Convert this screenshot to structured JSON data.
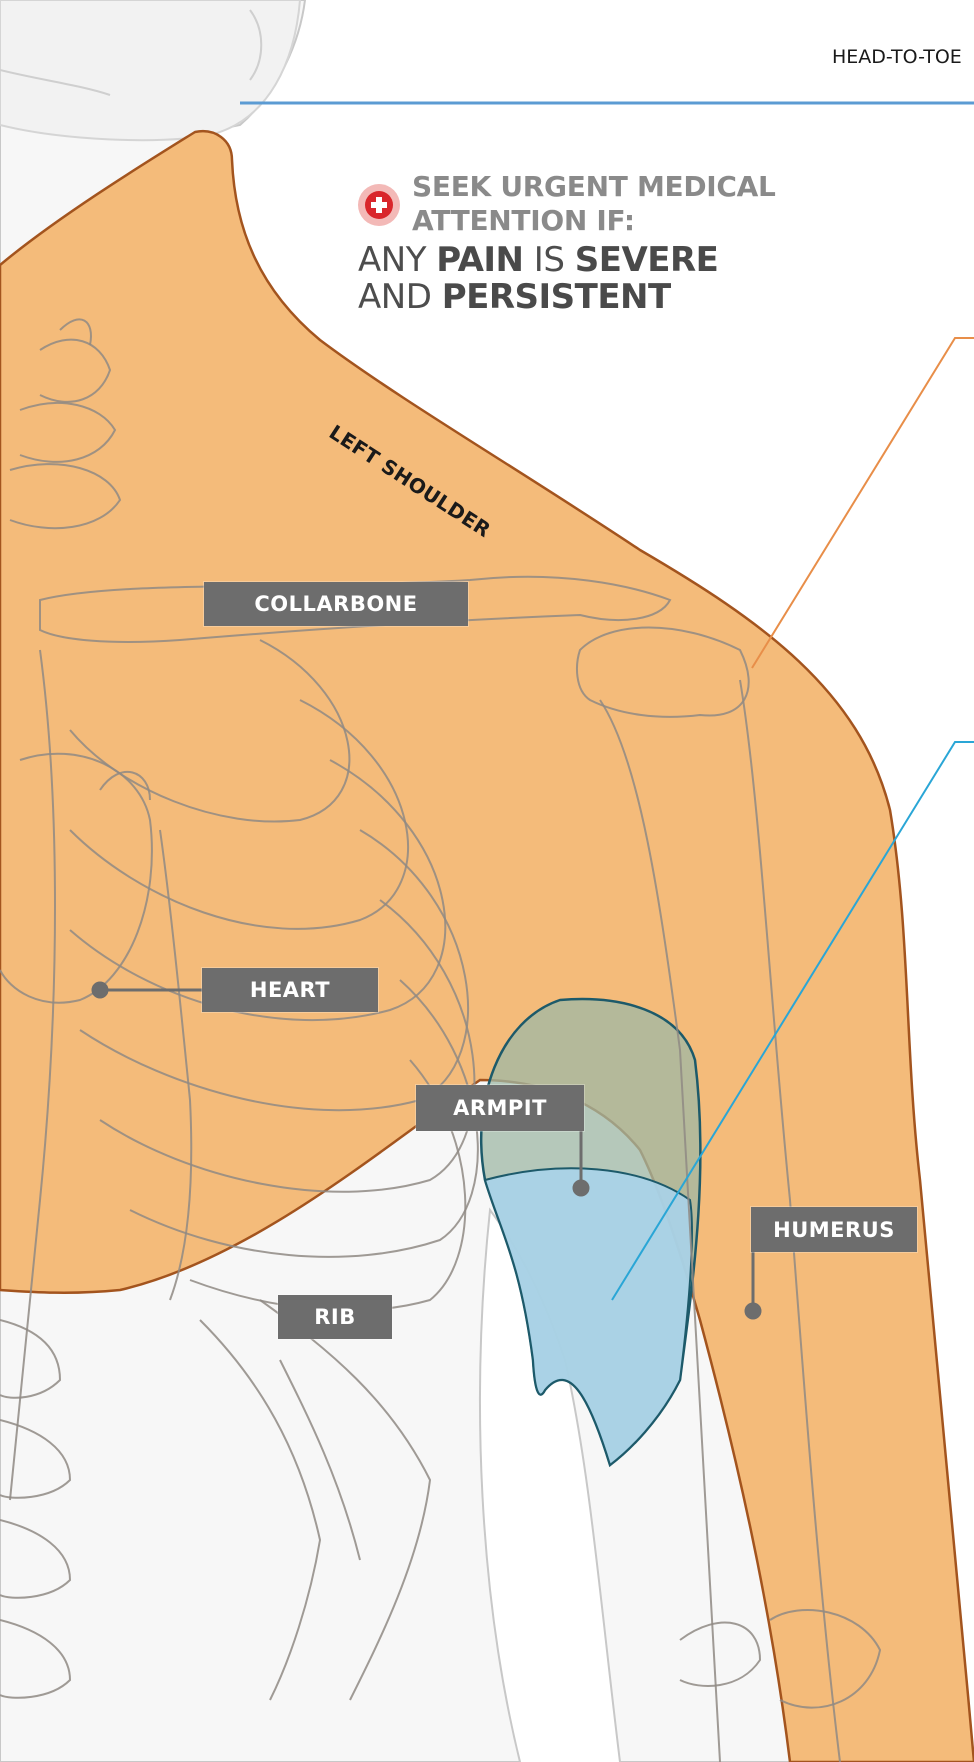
{
  "header": {
    "section_label": "HEAD-TO-TOE"
  },
  "warning": {
    "icon": "red-cross-icon",
    "heading_line1": "SEEK URGENT MEDICAL",
    "heading_line2": "ATTENTION IF:",
    "line1_a": "ANY ",
    "line1_b": "PAIN",
    "line1_c": " IS ",
    "line1_d": "SEVERE",
    "line2_a": "AND ",
    "line2_b": "PERSISTENT"
  },
  "region_label": "LEFT SHOULDER",
  "labels": {
    "collarbone": "COLLARBONE",
    "heart": "HEART",
    "armpit": "ARMPIT",
    "humerus": "HUMERUS",
    "rib": "RIB"
  },
  "colors": {
    "shoulder_region": "#f4bb7a",
    "armpit_region": "#a9d3ea",
    "label_background": "#6d6d6d",
    "urgent_red": "#d9262b",
    "header_rule": "#5b9bd3",
    "orange_leader": "#e88e49",
    "blue_leader": "#2aa6d6"
  }
}
